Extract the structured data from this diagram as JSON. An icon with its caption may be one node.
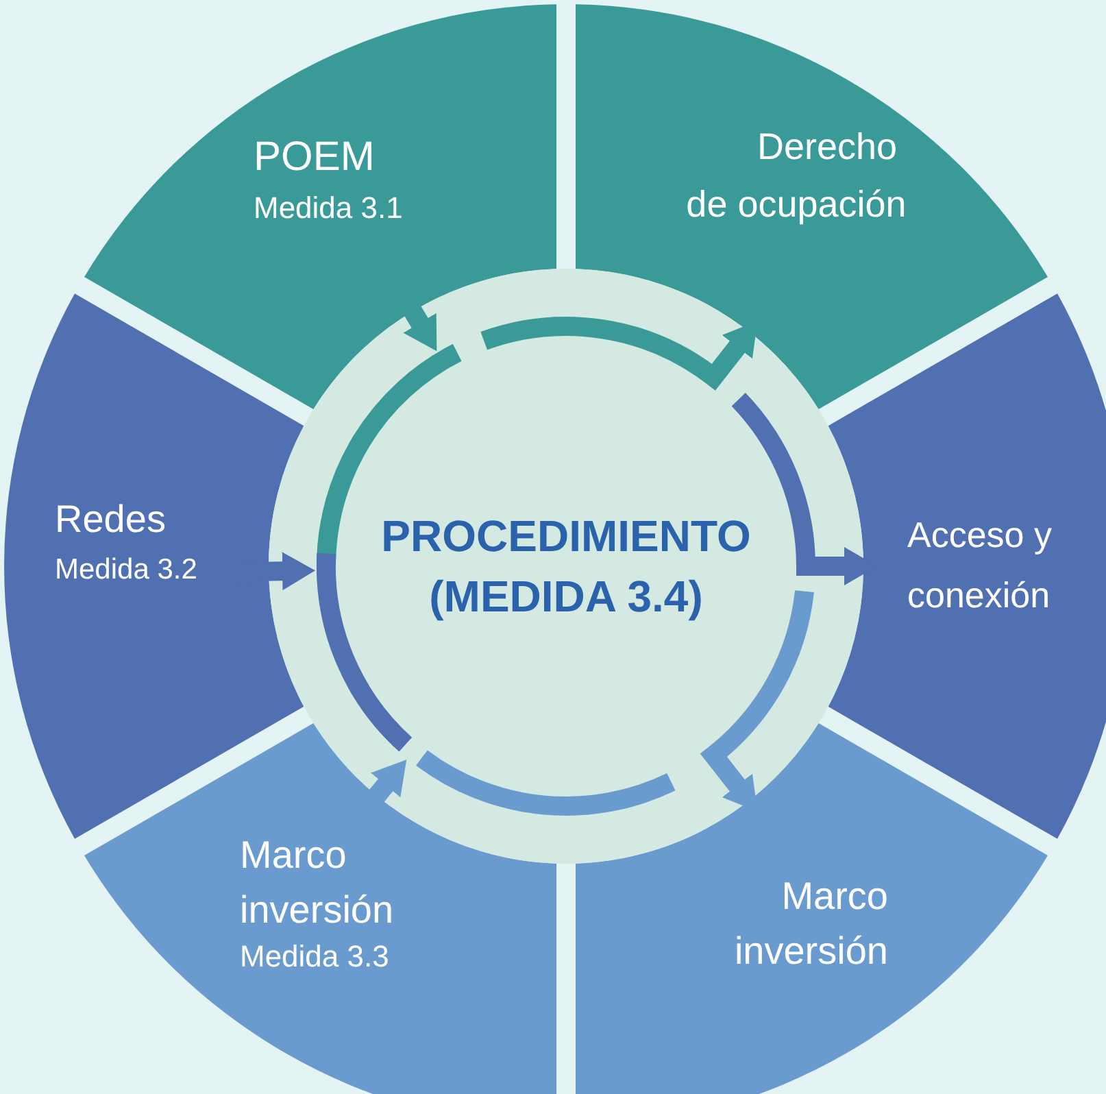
{
  "diagram": {
    "nodes": [
      {
        "text": [
          "POEM",
          "Medida 3.1"
        ]
      },
      {
        "text": [
          "Derecho de ocupación"
        ]
      },
      {
        "text": [
          "Acceso y conexión"
        ]
      },
      {
        "text": [
          "Marco inversión"
        ]
      },
      {
        "text": [
          "Marco inversión",
          "Medida 3.3"
        ]
      },
      {
        "text": [
          "Redes",
          "Medida 3.2"
        ]
      },
      {
        "text": [
          "PROCEDIMIENTO (MEDIDA 3.4)"
        ]
      }
    ],
    "edges": [
      {
        "from": 0,
        "to": 6,
        "arrow": "to",
        "color": "#3a9a97"
      },
      {
        "from": 5,
        "to": 6,
        "arrow": "to",
        "color": "#5070b1"
      },
      {
        "from": 4,
        "to": 6,
        "arrow": "to",
        "color": "#6a9bcf"
      },
      {
        "from": 6,
        "to": 1,
        "arrow": "to",
        "color": "#3a9a97"
      },
      {
        "from": 6,
        "to": 2,
        "arrow": "to",
        "color": "#5070b1"
      },
      {
        "from": 6,
        "to": 3,
        "arrow": "to",
        "color": "#6a9bcf"
      }
    ]
  }
}
